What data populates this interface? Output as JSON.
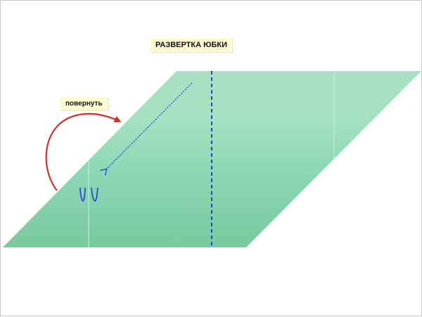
{
  "title": "РАЗВЕРТКА ЮБКИ",
  "rotate_label": "повернуть",
  "colors": {
    "shape_top": "#a6e2c2",
    "shape_mid": "#8ed8b5",
    "shape_bottom": "#78c9a0",
    "dash_line": "#1f3fd6",
    "arrow": "#d0312d",
    "label_bg": "#fffbd0",
    "dart": "#1f3fd6"
  },
  "icons": {
    "rotate_arrow": "curved-arrow",
    "dart_marks": "v-shaped-darts"
  }
}
